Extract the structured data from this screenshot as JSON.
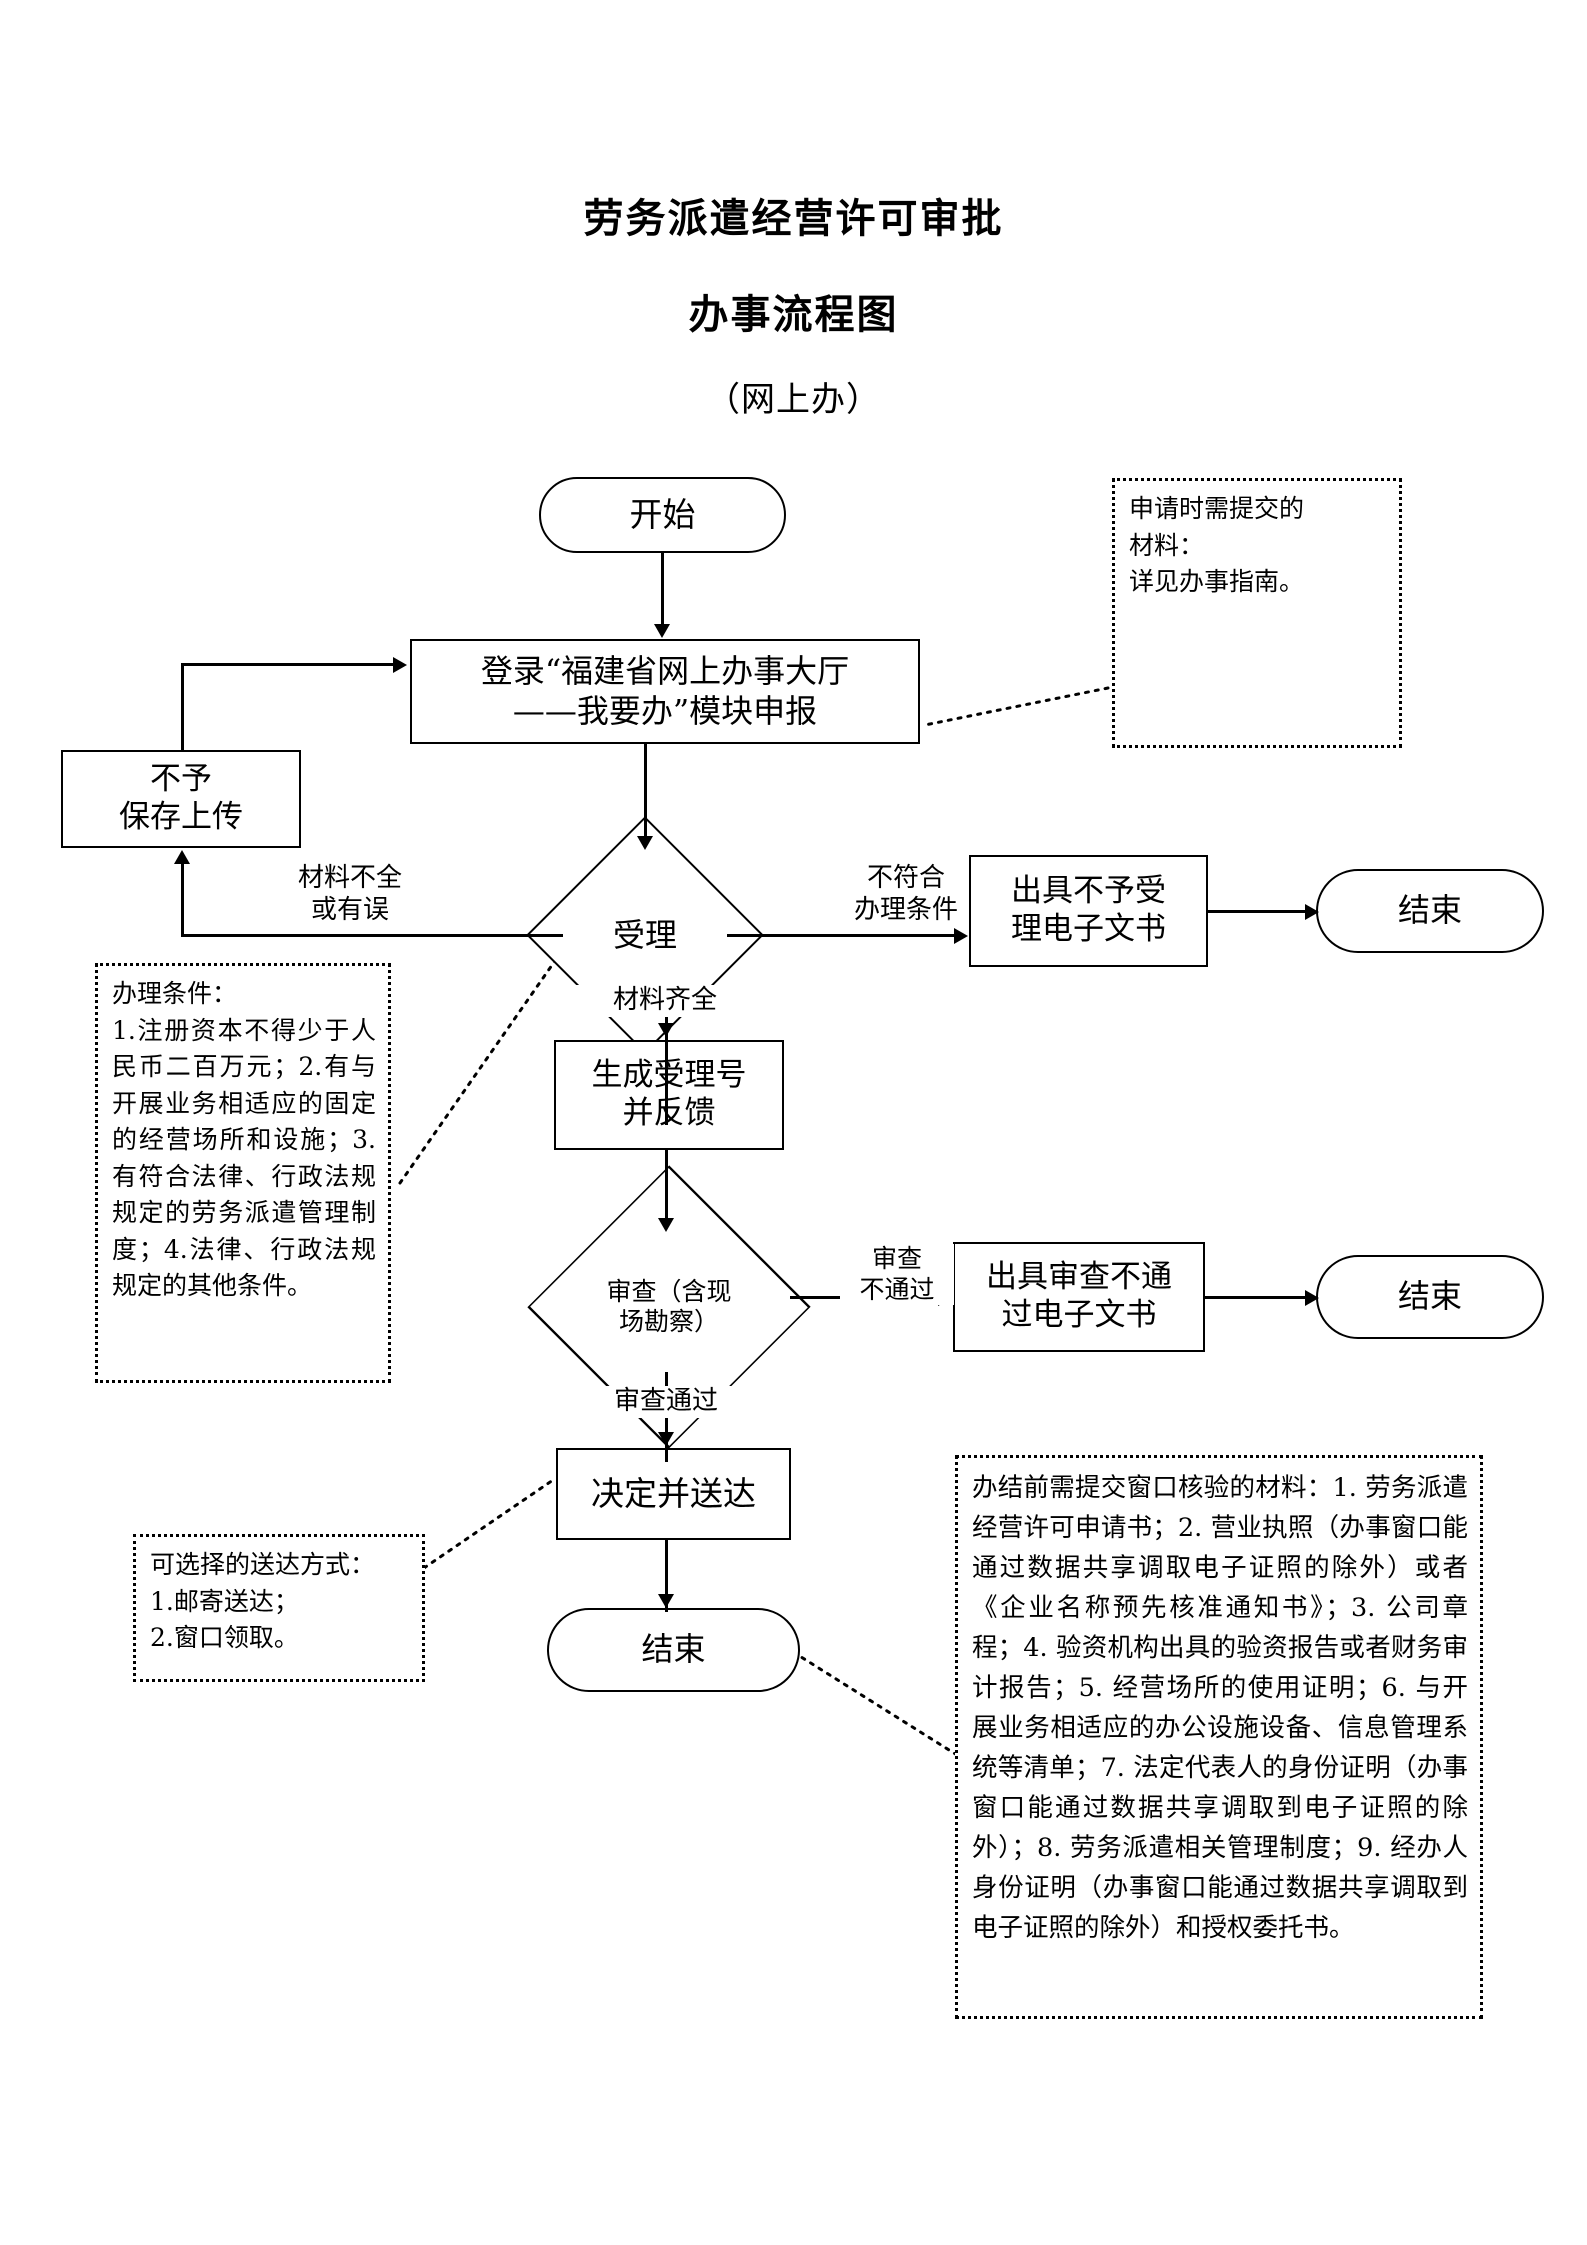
{
  "document": {
    "title_line1": "劳务派遣经营许可审批",
    "title_line2": "办事流程图",
    "subtitle": "（网上办）"
  },
  "nodes": {
    "start": {
      "label": "开始",
      "shape": "terminator"
    },
    "login": {
      "line1": "登录“福建省网上办事大厅",
      "line2": "——我要办”模块申报",
      "shape": "process"
    },
    "no_save": {
      "line1": "不予",
      "line2": "保存上传",
      "shape": "process"
    },
    "accept": {
      "label": "受理",
      "shape": "decision"
    },
    "reject_doc": {
      "line1": "出具不予受",
      "line2": "理电子文书",
      "shape": "process"
    },
    "end_reject": {
      "label": "结束",
      "shape": "terminator"
    },
    "gen_number": {
      "line1": "生成受理号",
      "line2": "并反馈",
      "shape": "process"
    },
    "review": {
      "line1": "审查（含现",
      "line2": "场勘察）",
      "shape": "decision"
    },
    "review_fail_doc": {
      "line1": "出具审查不通",
      "line2": "过电子文书",
      "shape": "process"
    },
    "end_review_fail": {
      "label": "结束",
      "shape": "terminator"
    },
    "decide_deliver": {
      "label": "决定并送达",
      "shape": "process"
    },
    "end_final": {
      "label": "结束",
      "shape": "terminator"
    }
  },
  "edge_labels": {
    "materials_incomplete_l1": "材料不全",
    "materials_incomplete_l2": "或有误",
    "not_meet_l1": "不符合",
    "not_meet_l2": "办理条件",
    "materials_complete": "材料齐全",
    "review_fail_l1": "审查",
    "review_fail_l2": "不通过",
    "review_pass": "审查通过"
  },
  "notes": {
    "apply_materials": {
      "line1": "申请时需提交的",
      "line2": "材料：",
      "line3": "详见办事指南。"
    },
    "conditions": {
      "heading": "办理条件：",
      "body": "1.注册资本不得少于人民币二百万元；2.有与开展业务相适应的固定的经营场所和设施；3.有符合法律、行政法规规定的劳务派遣管理制度；4.法律、行政法规规定的其他条件。"
    },
    "delivery": {
      "heading": "可选择的送达方式：",
      "item1": "1.邮寄送达；",
      "item2": "2.窗口领取。"
    },
    "window_materials": {
      "body": "办结前需提交窗口核验的材料：1. 劳务派遣经营许可申请书；2. 营业执照（办事窗口能通过数据共享调取电子证照的除外）或者《企业名称预先核准通知书》；3. 公司章程；4. 验资机构出具的验资报告或者财务审计报告；5. 经营场所的使用证明；6. 与开展业务相适应的办公设施设备、信息管理系统等清单；7. 法定代表人的身份证明（办事窗口能通过数据共享调取到电子证照的除外）；8. 劳务派遣相关管理制度；9. 经办人身份证明（办事窗口能通过数据共享调取到电子证照的除外）和授权委托书。"
    }
  },
  "colors": {
    "stroke": "#000000",
    "background": "#ffffff"
  }
}
